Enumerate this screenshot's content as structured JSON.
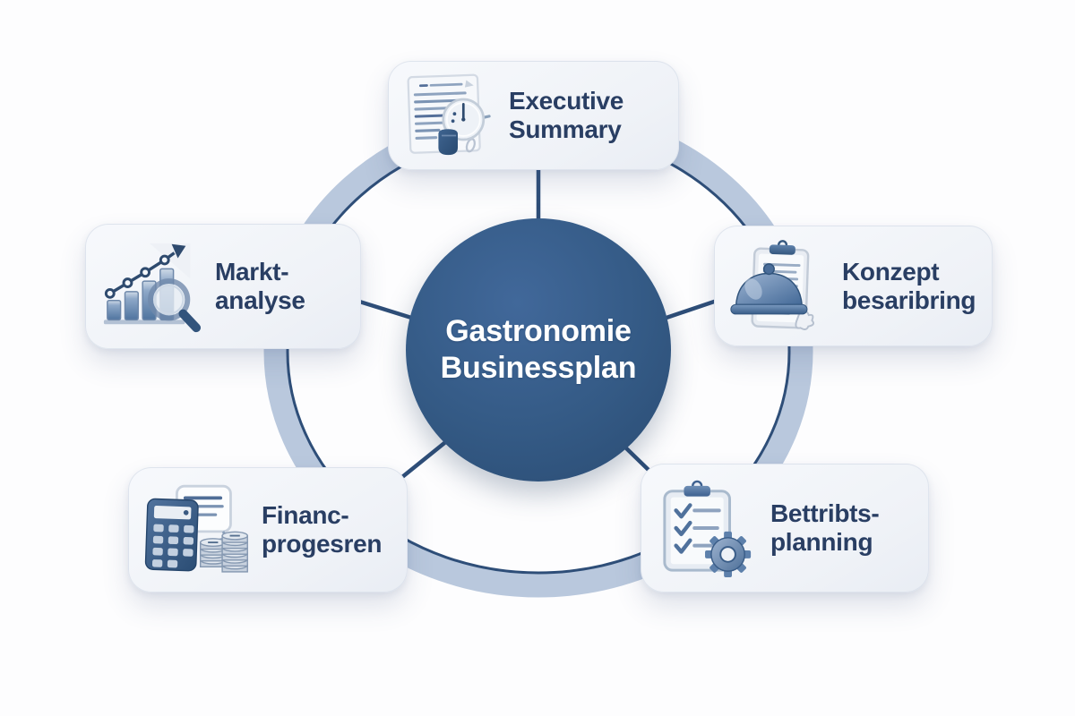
{
  "title": "Gastronomie Businessplan",
  "center": {
    "line1": "Gastronomie",
    "line2": "Businessplan"
  },
  "nodes": {
    "executive": {
      "line1": "Executive",
      "line2": "Summary",
      "icon": "document-clock-icon"
    },
    "markt": {
      "line1": "Markt-",
      "line2": "analyse",
      "icon": "bar-chart-magnifier-icon"
    },
    "konzept": {
      "line1": "Konzept",
      "line2": "besaribring",
      "icon": "clipboard-cloche-icon"
    },
    "finanz": {
      "line1": "Financ-",
      "line2": "progesren",
      "icon": "calculator-coins-icon"
    },
    "betriebs": {
      "line1": "Bettribts-",
      "line2": "planning",
      "icon": "checklist-gear-icon"
    }
  },
  "colors": {
    "center_fill": "#345A85",
    "ring_band": "#B9C8DD",
    "ring_line": "#2E4E78",
    "connector": "#2E4E78",
    "node_bg": "#F2F4F8",
    "label_text": "#293E63",
    "center_text": "#FFFFFF",
    "background": "#FDFDFE"
  }
}
